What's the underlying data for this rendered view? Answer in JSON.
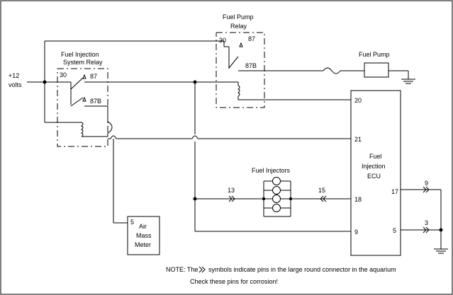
{
  "supply": {
    "voltage": "+12",
    "unit": "volts"
  },
  "fuel_pump_relay": {
    "title_line1": "Fuel Pump",
    "title_line2": "Relay",
    "pin_30": "30",
    "pin_87": "87",
    "pin_87b": "87B"
  },
  "injection_relay": {
    "title_line1": "Fuel Injection",
    "title_line2": "System Relay",
    "pin_30": "30",
    "pin_87": "87",
    "pin_87b": "87B"
  },
  "fuel_pump": {
    "label": "Fuel Pump"
  },
  "ecu": {
    "line1": "Fuel",
    "line2": "Injection",
    "line3": "ECU",
    "pin_20": "20",
    "pin_21": "21",
    "pin_18": "18",
    "pin_9": "9",
    "pin_17": "17",
    "pin_5": "5"
  },
  "injectors": {
    "label": "Fuel Injectors"
  },
  "connector_pins": {
    "p13": "13",
    "p15": "15",
    "p9": "9",
    "p3": "3"
  },
  "air_mass_meter": {
    "pin": "5",
    "line1": "Air",
    "line2": "Mass",
    "line3": "Meter"
  },
  "note": {
    "prefix": "NOTE: The",
    "suffix": "symbols indicate pins in the large round connector in the aquarium",
    "line2": "Check these pins for corrosion!"
  }
}
